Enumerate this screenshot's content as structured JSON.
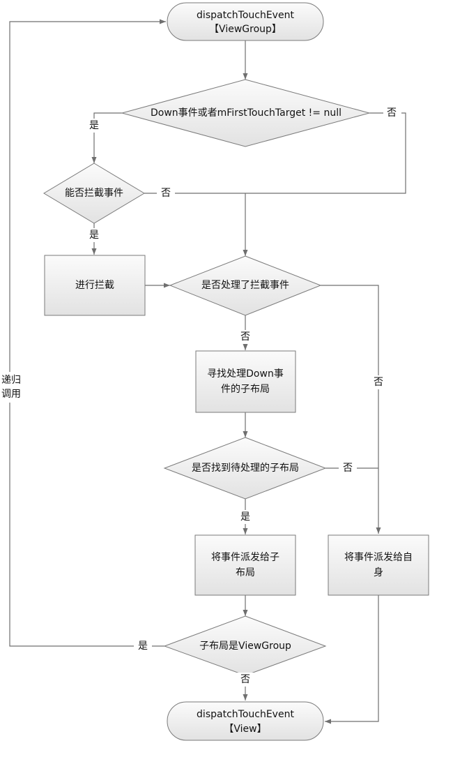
{
  "colors": {
    "node_fill_top": "#fbfbfb",
    "node_fill_bottom": "#e2e2e2",
    "stroke": "#7a7a7a",
    "arrow": "#6f6f6f",
    "text": "#111111"
  },
  "nodes": {
    "start": {
      "line1": "dispatchTouchEvent",
      "line2": "【ViewGroup】"
    },
    "d_down": {
      "text": "Down事件或者mFirstTouchTarget != null"
    },
    "d_intercept": {
      "text": "能否拦截事件"
    },
    "p_intercept": {
      "text": "进行拦截"
    },
    "d_handled": {
      "text": "是否处理了拦截事件"
    },
    "p_find": {
      "line1": "寻找处理Down事",
      "line2": "件的子布局"
    },
    "d_found": {
      "text": "是否找到待处理的子布局"
    },
    "p_child": {
      "line1": "将事件派发给子",
      "line2": "布局"
    },
    "p_self": {
      "line1": "将事件派发给自",
      "line2": "身"
    },
    "d_vg": {
      "text": "子布局是ViewGroup"
    },
    "end": {
      "line1": "dispatchTouchEvent",
      "line2": "【View】"
    }
  },
  "edge_labels": {
    "down_yes": "是",
    "down_no": "否",
    "intercept_yes": "是",
    "intercept_no": "否",
    "handled_no_down": "否",
    "handled_no_right": "否",
    "found_yes": "是",
    "found_no": "否",
    "vg_yes": "是",
    "vg_no": "否",
    "recursion_line1": "递归",
    "recursion_line2": "调用"
  }
}
